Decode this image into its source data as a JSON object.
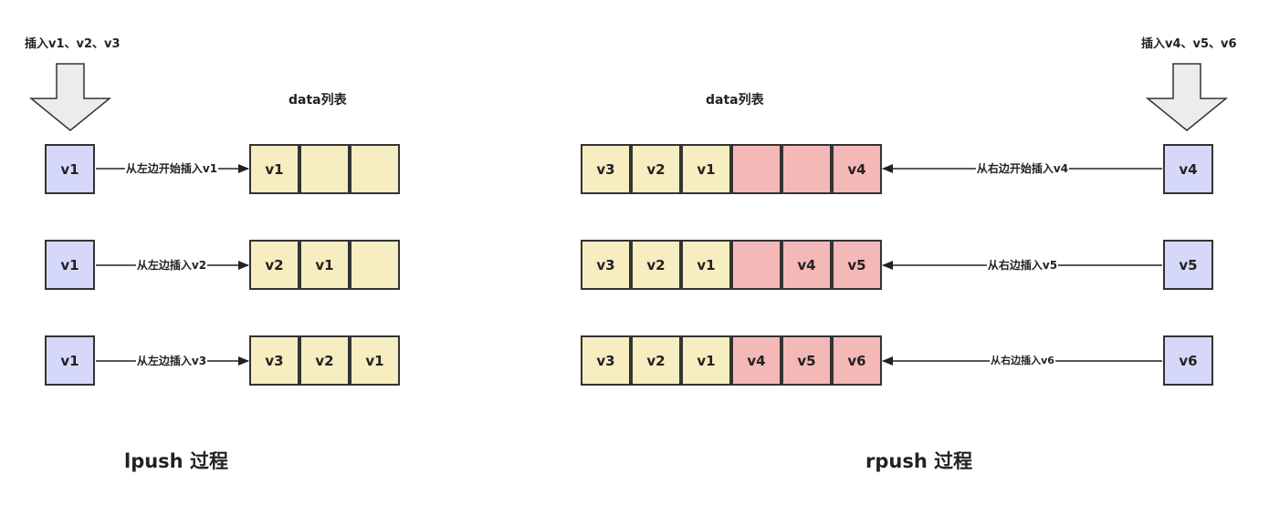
{
  "left": {
    "insert_label": "插入v1、v2、v3",
    "list_label": "data列表",
    "title": "lpush 过程",
    "rows": [
      {
        "src": "v1",
        "arrow_label": "从左边开始插入v1",
        "cells": [
          "v1",
          "",
          ""
        ]
      },
      {
        "src": "v1",
        "arrow_label": "从左边插入v2",
        "cells": [
          "v2",
          "v1",
          ""
        ]
      },
      {
        "src": "v1",
        "arrow_label": "从左边插入v3",
        "cells": [
          "v3",
          "v2",
          "v1"
        ]
      }
    ]
  },
  "right": {
    "insert_label": "插入v4、v5、v6",
    "list_label": "data列表",
    "title": "rpush 过程",
    "rows": [
      {
        "src": "v4",
        "arrow_label": "从右边开始插入v4",
        "cells": [
          "v3",
          "v2",
          "v1",
          "",
          "",
          "v4"
        ]
      },
      {
        "src": "v5",
        "arrow_label": "从右边插入v5",
        "cells": [
          "v3",
          "v2",
          "v1",
          "",
          "v4",
          "v5"
        ]
      },
      {
        "src": "v6",
        "arrow_label": "从右边插入v6",
        "cells": [
          "v3",
          "v2",
          "v1",
          "v4",
          "v5",
          "v6"
        ]
      }
    ]
  },
  "colors": {
    "source_fill": "#d5d8f8",
    "list_yellow": "#f6edc0",
    "list_pink": "#f5b8b8",
    "big_arrow_fill": "#eeeceb"
  }
}
